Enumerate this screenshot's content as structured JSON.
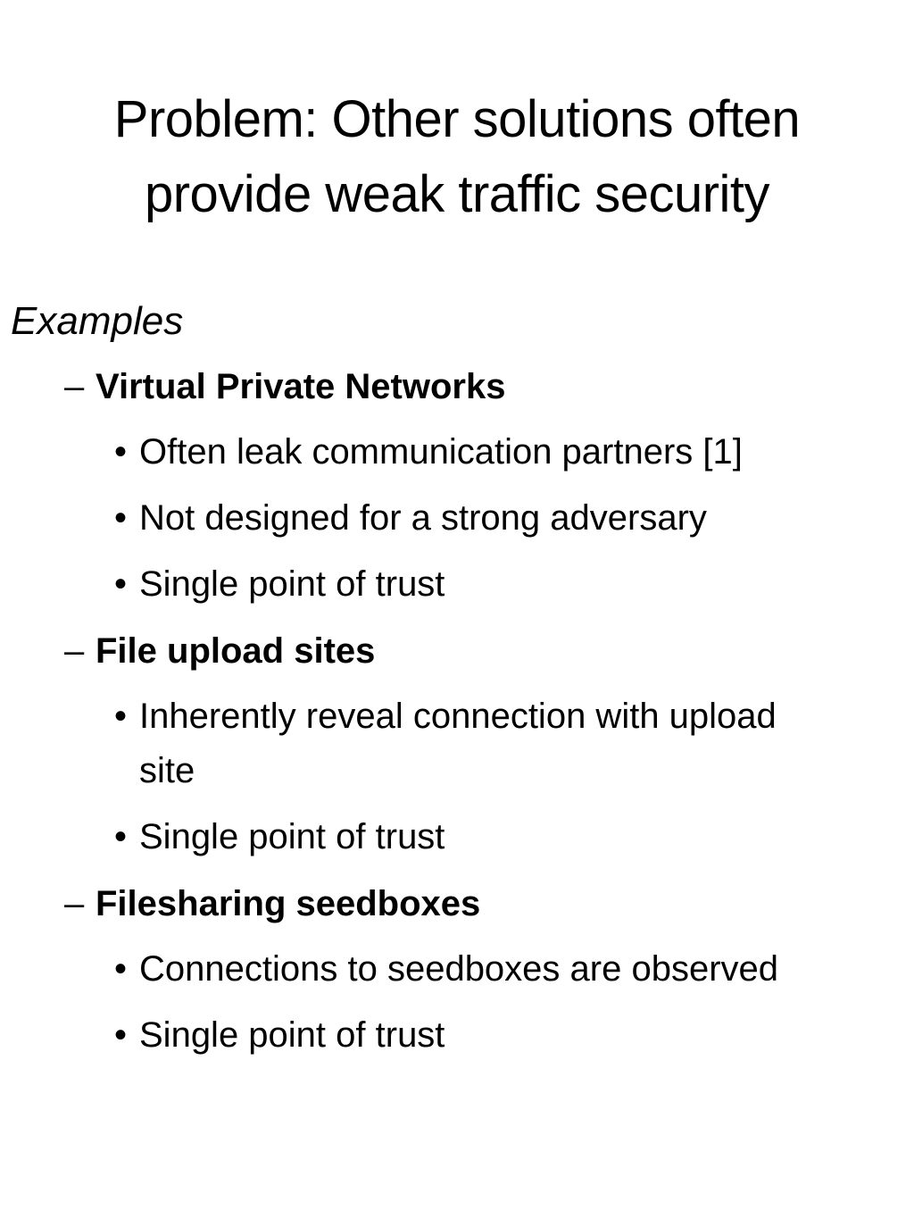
{
  "slide": {
    "title_line1": "Problem: Other solutions often",
    "title_line2": "provide weak traffic security",
    "intro": "Examples",
    "groups": [
      {
        "heading": "Virtual Private Networks",
        "items": [
          "Often leak communication partners [1]",
          "Not designed for a strong adversary",
          "Single point of trust"
        ]
      },
      {
        "heading": "File upload sites",
        "items": [
          "Inherently reveal connection with upload site",
          "Single point of trust"
        ]
      },
      {
        "heading": "Filesharing seedboxes",
        "items": [
          "Connections to seedboxes are observed",
          "Single point of trust"
        ]
      }
    ],
    "dash_glyph": "–",
    "bullet_glyph": "•"
  }
}
